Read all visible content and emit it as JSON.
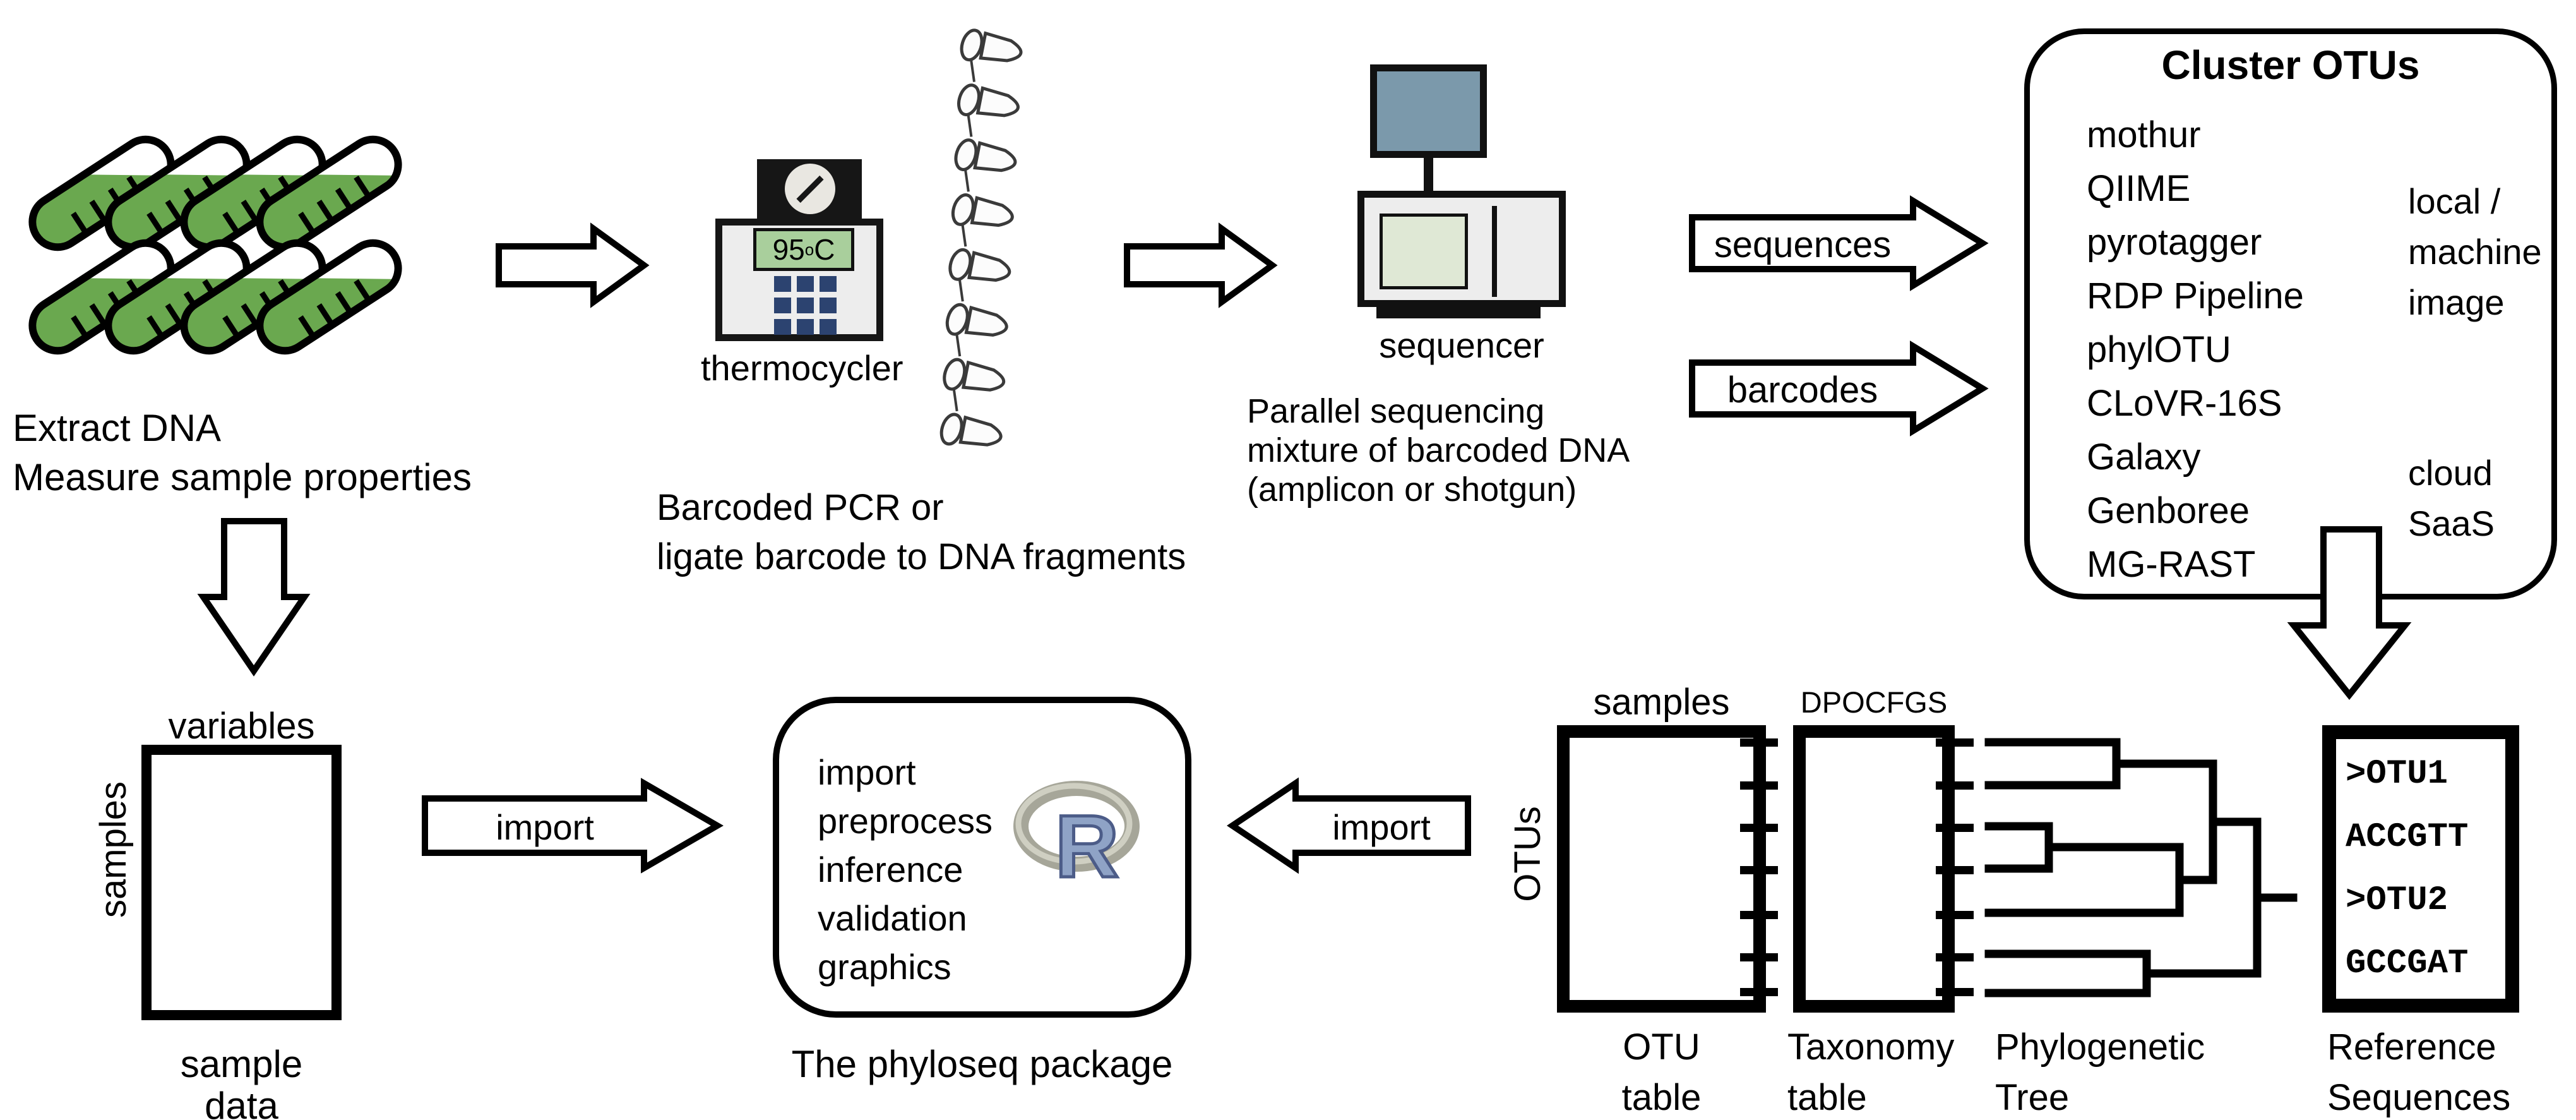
{
  "diagram": {
    "extract": {
      "caption_1": "Extract DNA",
      "caption_2": "Measure sample properties"
    },
    "thermocycler": {
      "label": "thermocycler",
      "display_value": "95",
      "display_degree": "o",
      "display_unit": "C",
      "caption_1": "Barcoded PCR or",
      "caption_2": "ligate barcode to DNA fragments"
    },
    "sequencer": {
      "label": "sequencer",
      "caption_1": "Parallel sequencing",
      "caption_2": "mixture of barcoded DNA",
      "caption_3": "(amplicon or shotgun)"
    },
    "flows": {
      "sequences": "sequences",
      "barcodes": "barcodes"
    },
    "cluster": {
      "title": "Cluster OTUs",
      "tools": [
        "mothur",
        "QIIME",
        "pyrotagger",
        "RDP Pipeline",
        "phylOTU",
        "CLoVR-16S",
        "Galaxy",
        "Genboree",
        "MG-RAST"
      ],
      "local_1": "local /",
      "local_2": "machine",
      "local_3": "image",
      "cloud_1": "cloud",
      "cloud_2": "SaaS"
    },
    "sample_data": {
      "top_label": "variables",
      "side_label": "samples",
      "caption": "sample data"
    },
    "imports": {
      "left": "import",
      "right": "import"
    },
    "phyloseq": {
      "functions": [
        "import",
        "preprocess",
        "inference",
        "validation",
        "graphics"
      ],
      "r_letter": "R",
      "caption": "The phyloseq package"
    },
    "otu_table": {
      "top_label": "samples",
      "side_label": "OTUs",
      "caption_1": "OTU",
      "caption_2": "table"
    },
    "taxonomy_table": {
      "top_label": "DPOCFGS",
      "caption_1": "Taxonomy",
      "caption_2": "table"
    },
    "tree": {
      "caption_1": "Phylogenetic",
      "caption_2": "Tree"
    },
    "ref_seqs": {
      "line_1": ">OTU1",
      "line_2": "ACCGTT",
      "line_3": ">OTU2",
      "line_4": "GCCGAT",
      "caption_1": "Reference",
      "caption_2": "Sequences"
    },
    "colors": {
      "tube_green": "#6aa84f",
      "lcd_green": "#a9cf9c",
      "keypad_blue": "#2c4370",
      "monitor_blue": "#7b99ab",
      "r_letter_blue": "#8fa3c6",
      "r_ring_gray": "#a6a699"
    }
  }
}
